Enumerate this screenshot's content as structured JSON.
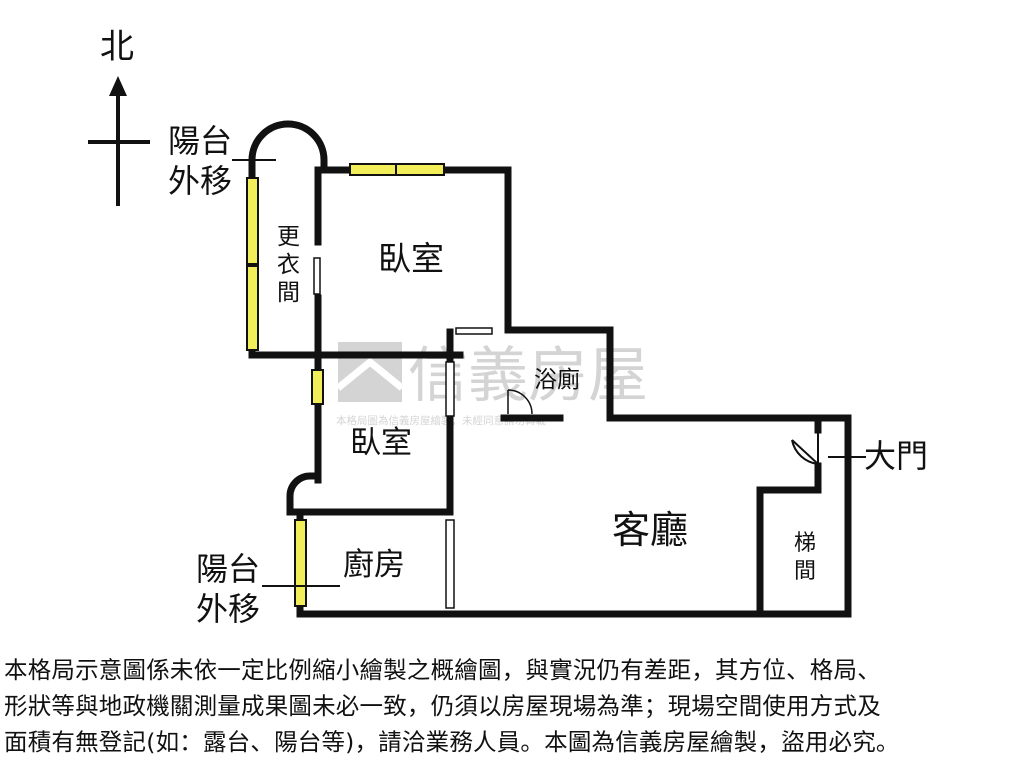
{
  "compass": {
    "north_label": "北"
  },
  "balcony_top": {
    "line1": "陽台",
    "line2": "外移"
  },
  "balcony_bottom": {
    "line1": "陽台",
    "line2": "外移"
  },
  "rooms": {
    "walk_in_closet": [
      "更",
      "衣",
      "間"
    ],
    "bedroom_main": "臥室",
    "bedroom_second": "臥室",
    "bathroom": "浴廁",
    "kitchen": "廚房",
    "living_room": "客廳",
    "stairs": [
      "梯",
      "間"
    ],
    "main_door": "大門"
  },
  "watermark": {
    "brand": "信義房屋",
    "sub": "本格局圖為信義房屋繪製，未經同意請勿轉載"
  },
  "disclaimer": {
    "line1": "本格局示意圖係未依一定比例縮小繪製之概繪圖，與實況仍有差距，其方位、格局、",
    "line2": "形狀等與地政機關測量成果圖未必一致，仍須以房屋現場為準；現場空間使用方式及",
    "line3": "面積有無登記(如：露台、陽台等)，請洽業務人員。本圖為信義房屋繪製，盜用必究。"
  },
  "colors": {
    "wall": "#111111",
    "window": "#f2ee5a",
    "watermark": "#d4d4d4"
  }
}
